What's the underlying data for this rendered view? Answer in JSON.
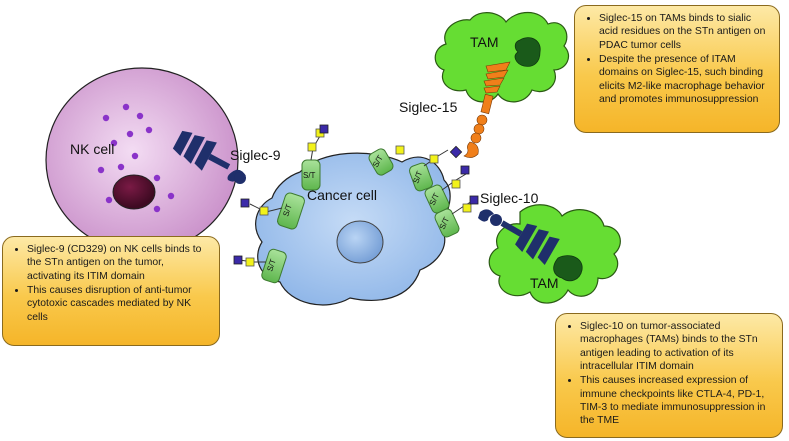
{
  "labels": {
    "nk_cell": "NK cell",
    "cancer_cell": "Cancer cell",
    "tam_top": "TAM",
    "tam_bottom": "TAM",
    "siglec9": "Siglec-9",
    "siglec15": "Siglec-15",
    "siglec10": "Siglec-10",
    "st": "S/T"
  },
  "notes": {
    "siglec15": [
      "Siglec-15 on TAMs binds to sialic acid residues on the STn antigen on PDAC tumor cells",
      "Despite the presence of ITAM domains on Siglec-15, such binding elicits M2-like macrophage behavior and promotes immunosuppression"
    ],
    "siglec9": [
      "Siglec-9 (CD329) on NK cells binds to the STn antigen on the tumor, activating its ITIM domain",
      "This causes disruption of anti-tumor cytotoxic cascades mediated by NK cells"
    ],
    "siglec10": [
      "Siglec-10 on tumor-associated macrophages (TAMs) binds to the STn antigen leading to activation of its intracellular ITIM domain",
      "This causes increased expression of immune checkpoints like CTLA-4, PD-1, TIM-3 to mediate immunosuppression in the TME"
    ]
  },
  "colors": {
    "nk_fill": "#d9a6d9",
    "cancer_fill": "#a7c7ef",
    "tam_fill": "#66dd33",
    "note_fill": "#f9c94c",
    "receptor_navy": "#1f2f6b",
    "siglec15_orange": "#f07f1a",
    "glycan_yellow": "#f2f21a",
    "glycan_purple": "#3b2aa8",
    "st_green": "#7fcc6a"
  }
}
